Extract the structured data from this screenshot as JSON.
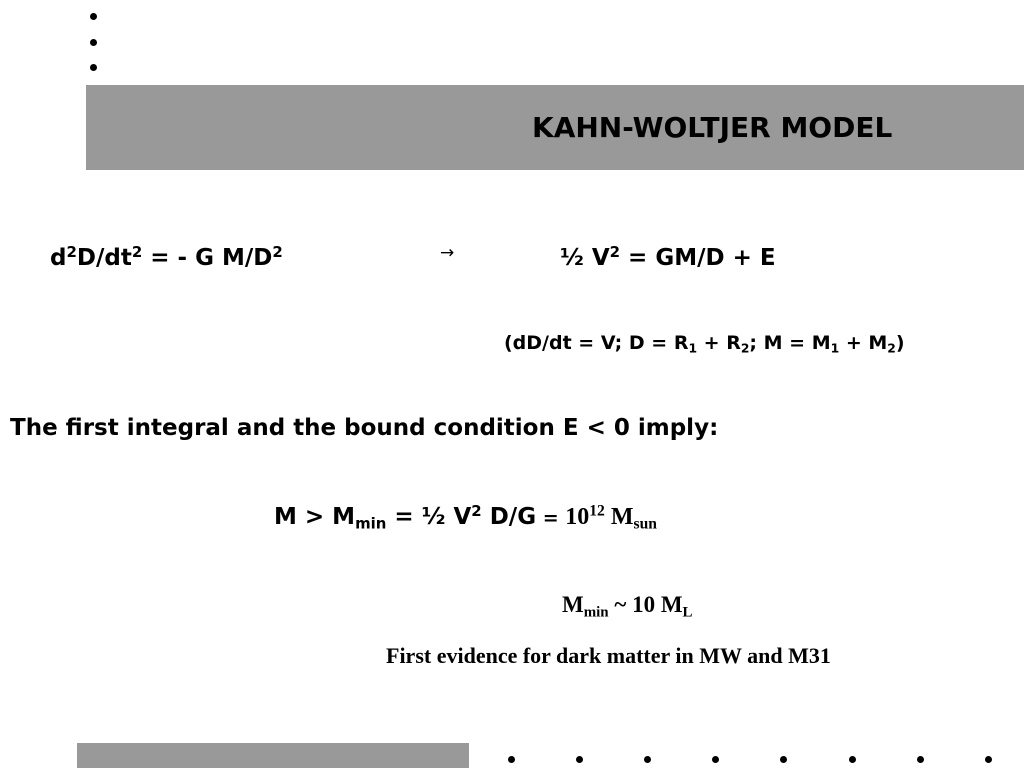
{
  "slide": {
    "title": "KAHN-WOLTJER MODEL",
    "eq1": {
      "d": "d",
      "exp_a": "2",
      "D_dt": "D/dt",
      "exp_b": "2",
      "rhs": " = - G M/D",
      "exp_c": "2"
    },
    "arrow": "→",
    "eq2": {
      "half_v": "½ V",
      "exp": "2",
      "rhs": " = GM/D + E"
    },
    "definitions": {
      "open": "(dD/dt = V;   D = R",
      "r1_sub": "1",
      "plus1": " + R",
      "r2_sub": "2",
      "mid": ";   M = M",
      "m1_sub": "1",
      "plus2": " + M",
      "m2_sub": "2",
      "close": ")"
    },
    "statement": "The first integral and the bound condition  E < 0 imply:",
    "mass_eq": {
      "lhs": "M > M",
      "min_sub": "min",
      "mid": " = ½ V",
      "exp": "2",
      "rhs": " D/G",
      "equals": " = ",
      "ten": "10",
      "exp12": "12",
      "msun": " M",
      "sun_sub": "sun"
    },
    "ratio": {
      "m": "M",
      "min_sub": "min",
      "mid": " ~ 10 M",
      "l_sub": "L"
    },
    "conclusion": "First evidence for dark matter in MW and M31"
  }
}
